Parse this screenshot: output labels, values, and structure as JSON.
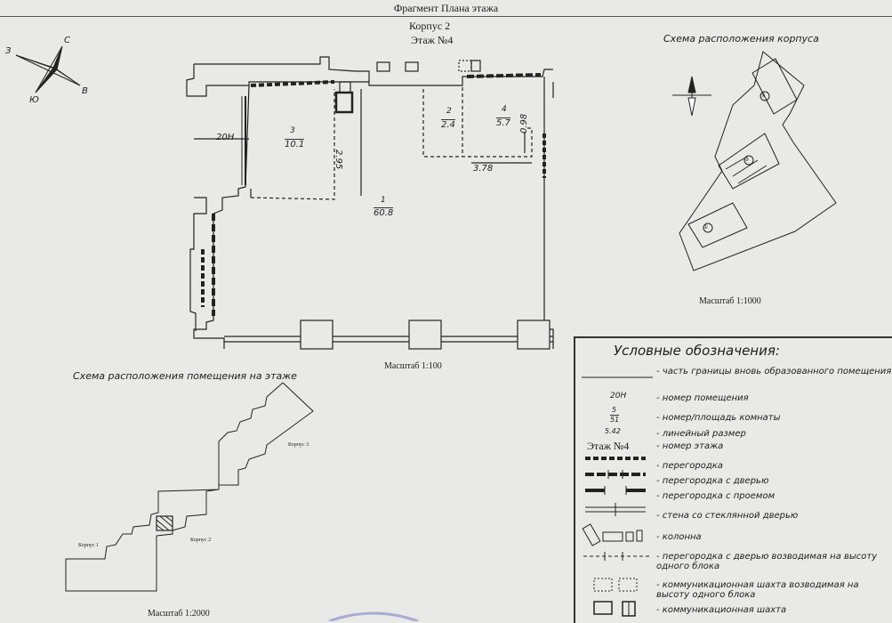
{
  "header": {
    "title": "Фрагмент Плана этажа",
    "building": "Корпус 2",
    "floor": "Этаж №4"
  },
  "compass": {
    "n": "С",
    "s": "Ю",
    "w": "З",
    "e": "В"
  },
  "plan": {
    "room_number": "20Н",
    "rooms": [
      {
        "num": "3",
        "area": "10.1"
      },
      {
        "num": "1",
        "area": "60.8"
      },
      {
        "num": "2",
        "area": "2.4"
      },
      {
        "num": "4",
        "area": "5.7"
      }
    ],
    "dims": {
      "d1": "2.95",
      "d2": "0.98",
      "d3": "3.78"
    },
    "scale": "Масштаб 1:100"
  },
  "building_scheme": {
    "title": "Схема расположения корпуса",
    "scale": "Масштаб 1:1000",
    "labels": [
      "①",
      "②",
      "③"
    ]
  },
  "floor_scheme": {
    "title": "Схема расположения помещения на этаже",
    "korpus1": "Корпус 1",
    "korpus2": "Корпус 2",
    "korpus3": "Корпус 3",
    "scale": "Масштаб 1:2000"
  },
  "legend": {
    "title": "Условные обозначения:",
    "items": [
      "- часть границы вновь образованного помещения",
      "- номер помещения",
      "- номер/площадь комнаты",
      "- линейный размер",
      "- номер этажа",
      "- перегородка",
      "- перегородка с дверью",
      "- перегородка с проемом",
      "- стена со стеклянной дверью",
      "- колонна",
      "- перегородка с дверью возводимая на высоту одного блока",
      "- коммуникационная шахта возводимая на высоту одного блока",
      "- коммуникационная шахта"
    ],
    "samples": {
      "room": "20Н",
      "roomnum": "5",
      "roomarea": "51",
      "dim": "5.42",
      "floor": "Этаж №4"
    }
  },
  "colors": {
    "paper": "#e9e9e7",
    "ink": "#1d1d1d",
    "stamp": "#8b91c9"
  }
}
